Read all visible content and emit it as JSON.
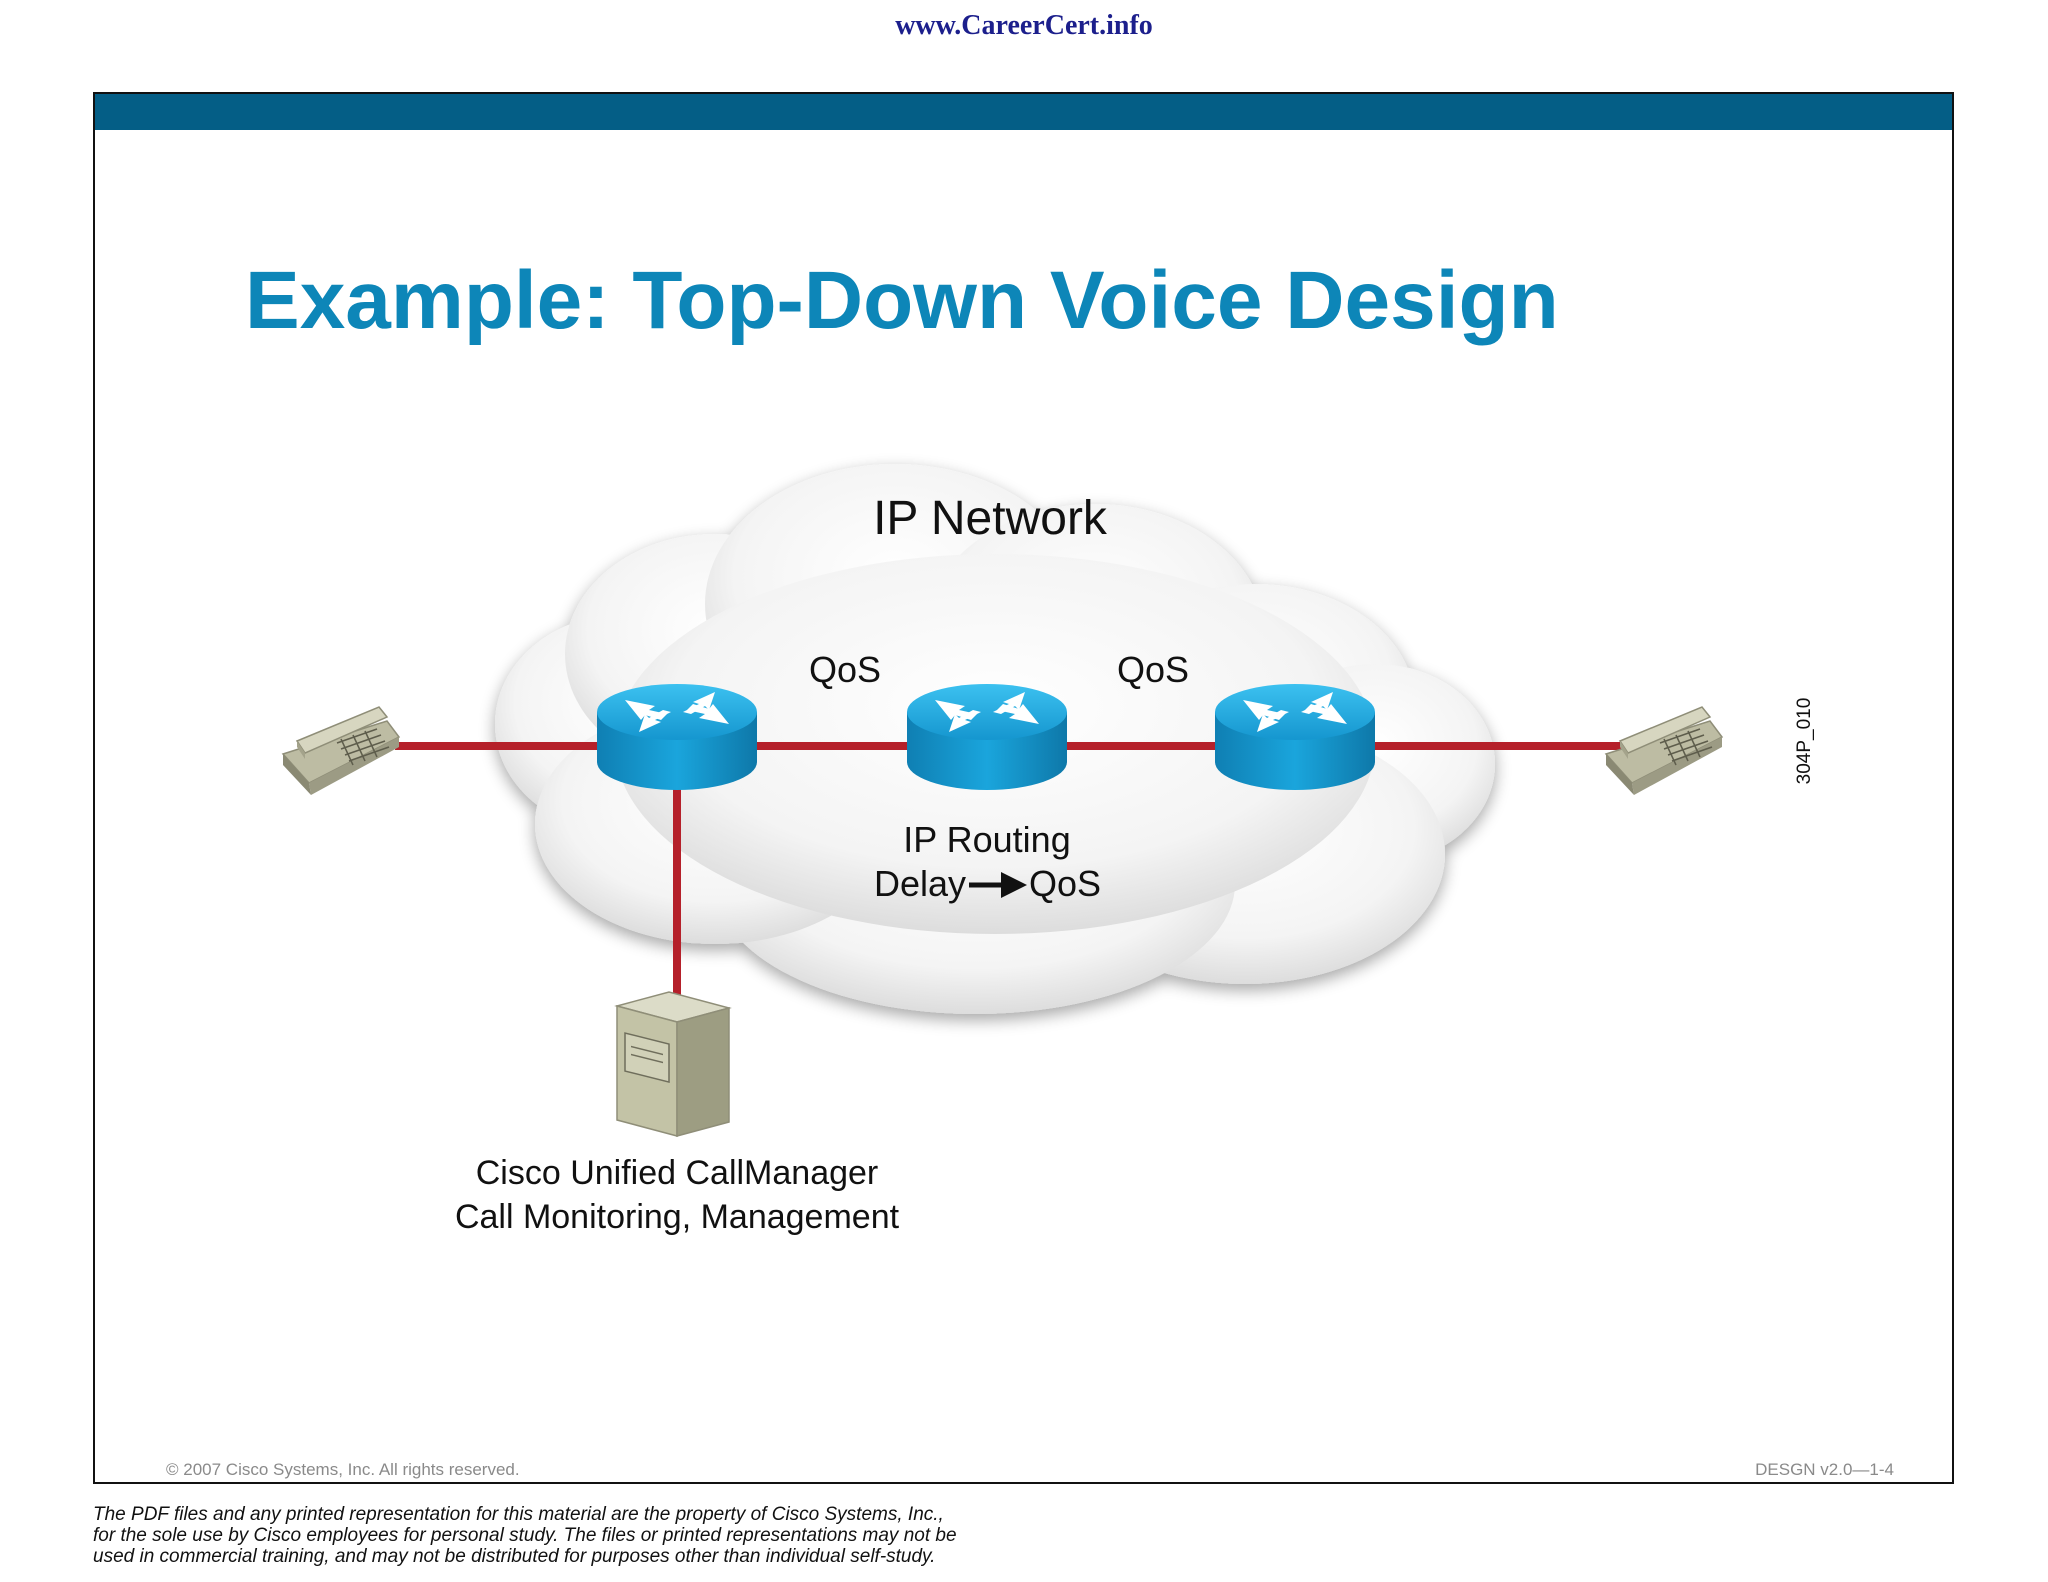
{
  "header": {
    "site_url": "www.CareerCert.info"
  },
  "slide": {
    "title": "Example: Top-Down Voice Design",
    "copyright": "© 2007 Cisco Systems, Inc. All rights reserved.",
    "slide_code": "DESGN v2.0—1-4"
  },
  "diagram": {
    "cloud_label": "IP Network",
    "qos_left": "QoS",
    "qos_right": "QoS",
    "routing_label": "IP Routing",
    "delay_label": "Delay",
    "delay_qos_label": "QoS",
    "server_label_line1": "Cisco Unified CallManager",
    "server_label_line2": "Call Monitoring, Management",
    "figure_id": "304P_010",
    "colors": {
      "link": "#b5202a",
      "router": "#1aa5dc",
      "phone": "#c6c5ad",
      "server": "#c3c3a6"
    }
  },
  "disclaimer": {
    "line1": "The PDF files and any printed representation for this material are the property of Cisco Systems, Inc.,",
    "line2": "for the sole use by Cisco employees for personal study. The files or printed representations may not be",
    "line3": "used in commercial training, and may not be distributed for purposes other than individual self-study."
  }
}
